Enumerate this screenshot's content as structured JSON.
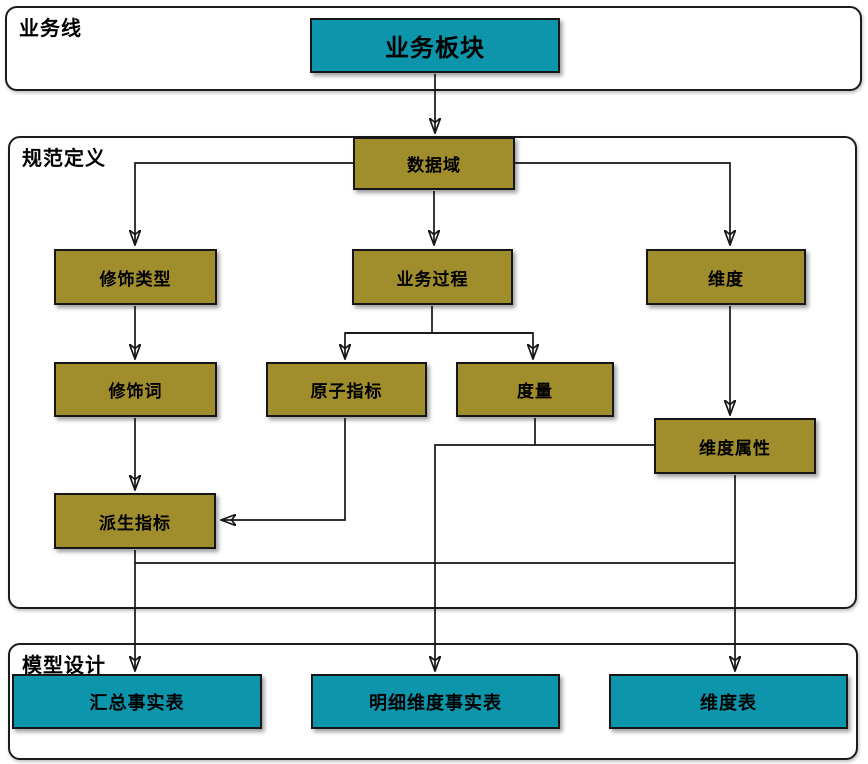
{
  "colors": {
    "teal": "#0D95AB",
    "olive": "#A08E2D",
    "line": "#161616",
    "background": "#ffffff"
  },
  "sections": {
    "business_line": {
      "label": "业务线"
    },
    "spec_definition": {
      "label": "规范定义"
    },
    "model_design": {
      "label": "模型设计"
    }
  },
  "nodes": {
    "business_sector": {
      "label": "业务板块",
      "color": "teal"
    },
    "data_domain": {
      "label": "数据域",
      "color": "olive"
    },
    "modifier_type": {
      "label": "修饰类型",
      "color": "olive"
    },
    "business_process": {
      "label": "业务过程",
      "color": "olive"
    },
    "dimension": {
      "label": "维度",
      "color": "olive"
    },
    "modifier_word": {
      "label": "修饰词",
      "color": "olive"
    },
    "atomic_metric": {
      "label": "原子指标",
      "color": "olive"
    },
    "measure": {
      "label": "度量",
      "color": "olive"
    },
    "dimension_attribute": {
      "label": "维度属性",
      "color": "olive"
    },
    "derived_metric": {
      "label": "派生指标",
      "color": "olive"
    },
    "summary_fact_table": {
      "label": "汇总事实表",
      "color": "teal"
    },
    "detail_dimension_fact_table": {
      "label": "明细维度事实表",
      "color": "teal"
    },
    "dimension_table": {
      "label": "维度表",
      "color": "teal"
    }
  }
}
